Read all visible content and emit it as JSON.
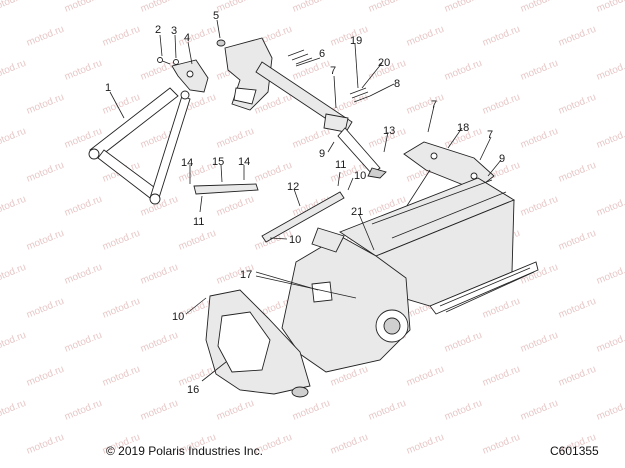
{
  "diagram": {
    "copyright": "© 2019 Polaris Industries Inc.",
    "figure_id": "C601355",
    "watermark": "motod.ru",
    "callouts": [
      "1",
      "2",
      "3",
      "4",
      "5",
      "6",
      "7",
      "8",
      "9",
      "10",
      "11",
      "12",
      "13",
      "14",
      "15",
      "16",
      "17",
      "18",
      "19",
      "20",
      "21"
    ],
    "repeated_callouts": {
      "7": [
        "7",
        "7",
        "7"
      ],
      "9": [
        "9",
        "9"
      ],
      "10": [
        "10",
        "10",
        "10"
      ],
      "11": [
        "11",
        "11"
      ],
      "14": [
        "14",
        "14"
      ]
    }
  }
}
